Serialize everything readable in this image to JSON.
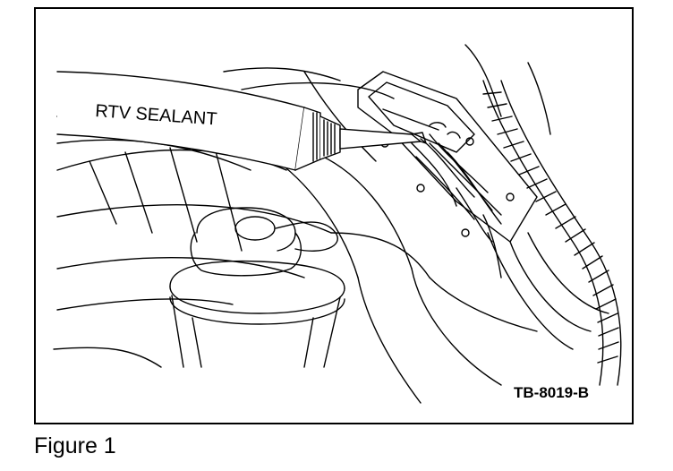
{
  "figure": {
    "sealant_label": "RTV SEALANT",
    "figure_id": "TB-8019-B",
    "caption": "Figure 1"
  },
  "colors": {
    "line": "#000000",
    "background": "#ffffff"
  }
}
